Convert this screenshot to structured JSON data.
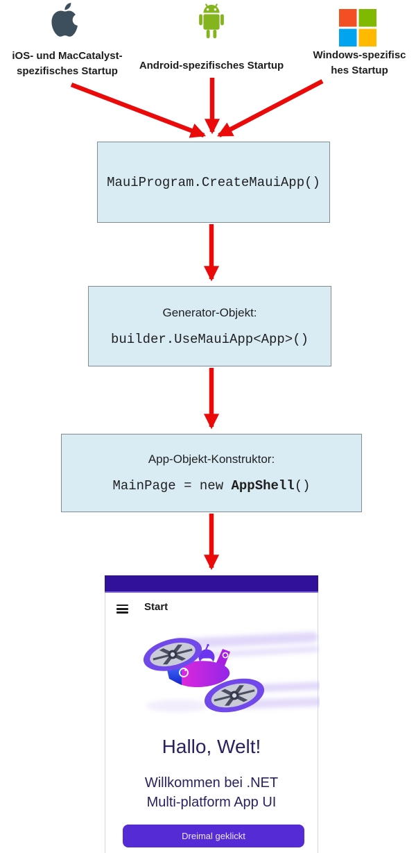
{
  "platforms": {
    "ios_label": "iOS- und MacCatalyst-\nspezifisches Startup",
    "android_label": "Android-spezifisches Startup",
    "windows_label": "Windows-spezifisc\nhes Startup"
  },
  "flow": {
    "box1_code": "MauiProgram.CreateMauiApp()",
    "box2_title": "Generator-Objekt:",
    "box2_code": "builder.UseMauiApp<App>()",
    "box3_title": "App-Objekt-Konstruktor:",
    "box3_code_prefix": "MainPage = new ",
    "box3_code_bold": "AppShell",
    "box3_code_suffix": "()"
  },
  "app": {
    "nav_title": "Start",
    "hello": "Hallo, Welt!",
    "welcome": "Willkommen bei .NET\nMulti-platform App UI",
    "button_label": "Dreimal geklickt"
  },
  "colors": {
    "arrow": "#ea0a0a",
    "box_fill": "#d9ecf4",
    "box_border": "#808b92",
    "titlebar": "#301199",
    "button": "#552bd6",
    "app_text": "#2b2160",
    "apple": "#3d4e5c",
    "android": "#84b51e",
    "win_red": "#f25022",
    "win_green": "#7fba00",
    "win_blue": "#00a4ef",
    "win_yellow": "#ffb900"
  }
}
